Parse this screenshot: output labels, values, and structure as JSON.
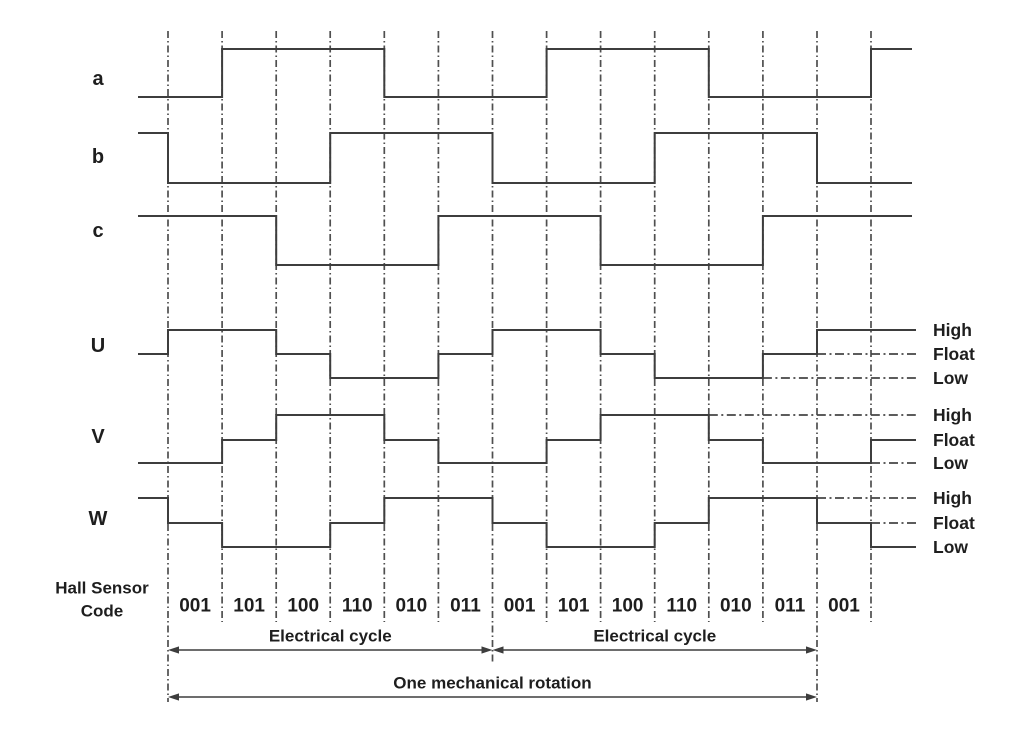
{
  "colors": {
    "background": "#ffffff",
    "trace": "#3d3d3d",
    "grid": "#4f4f4f",
    "guide": "#464646",
    "text": "#1e1e1e"
  },
  "hall_signals": [
    {
      "label": "a",
      "lead": 0,
      "values": [
        0,
        1,
        1,
        1,
        0,
        0,
        0,
        1,
        1,
        1,
        0,
        0,
        0
      ],
      "tail": 1
    },
    {
      "label": "b",
      "lead": 1,
      "values": [
        0,
        0,
        0,
        1,
        1,
        1,
        0,
        0,
        0,
        1,
        1,
        1,
        0
      ],
      "tail": 0
    },
    {
      "label": "c",
      "lead": 1,
      "values": [
        1,
        1,
        0,
        0,
        0,
        1,
        1,
        1,
        0,
        0,
        0,
        1,
        1
      ],
      "tail": 1
    }
  ],
  "phase_signals": [
    {
      "label": "U",
      "lead": "F",
      "values": [
        "H",
        "H",
        "F",
        "L",
        "L",
        "F",
        "H",
        "H",
        "F",
        "L",
        "L",
        "F",
        "H"
      ],
      "tail": "H",
      "level_labels": {
        "H": "High",
        "F": "Float",
        "L": "Low"
      }
    },
    {
      "label": "V",
      "lead": "L",
      "values": [
        "L",
        "F",
        "H",
        "H",
        "F",
        "L",
        "L",
        "F",
        "H",
        "H",
        "F",
        "L",
        "L"
      ],
      "tail": "F",
      "level_labels": {
        "H": "High",
        "F": "Float",
        "L": "Low"
      }
    },
    {
      "label": "W",
      "lead": "H",
      "values": [
        "F",
        "L",
        "L",
        "F",
        "H",
        "H",
        "F",
        "L",
        "L",
        "F",
        "H",
        "H",
        "F"
      ],
      "tail": "L",
      "level_labels": {
        "H": "High",
        "F": "Float",
        "L": "Low"
      }
    }
  ],
  "hall_code_row": {
    "label_line1": "Hall Sensor",
    "label_line2": "Code",
    "codes": [
      "001",
      "101",
      "100",
      "110",
      "010",
      "011",
      "001",
      "101",
      "100",
      "110",
      "010",
      "011",
      "001"
    ]
  },
  "annotations": {
    "electrical_cycle_label": "Electrical cycle",
    "electrical_spans": [
      [
        0,
        6
      ],
      [
        6,
        12
      ]
    ],
    "mechanical_label": "One mechanical rotation",
    "mechanical_span": [
      0,
      12
    ]
  }
}
